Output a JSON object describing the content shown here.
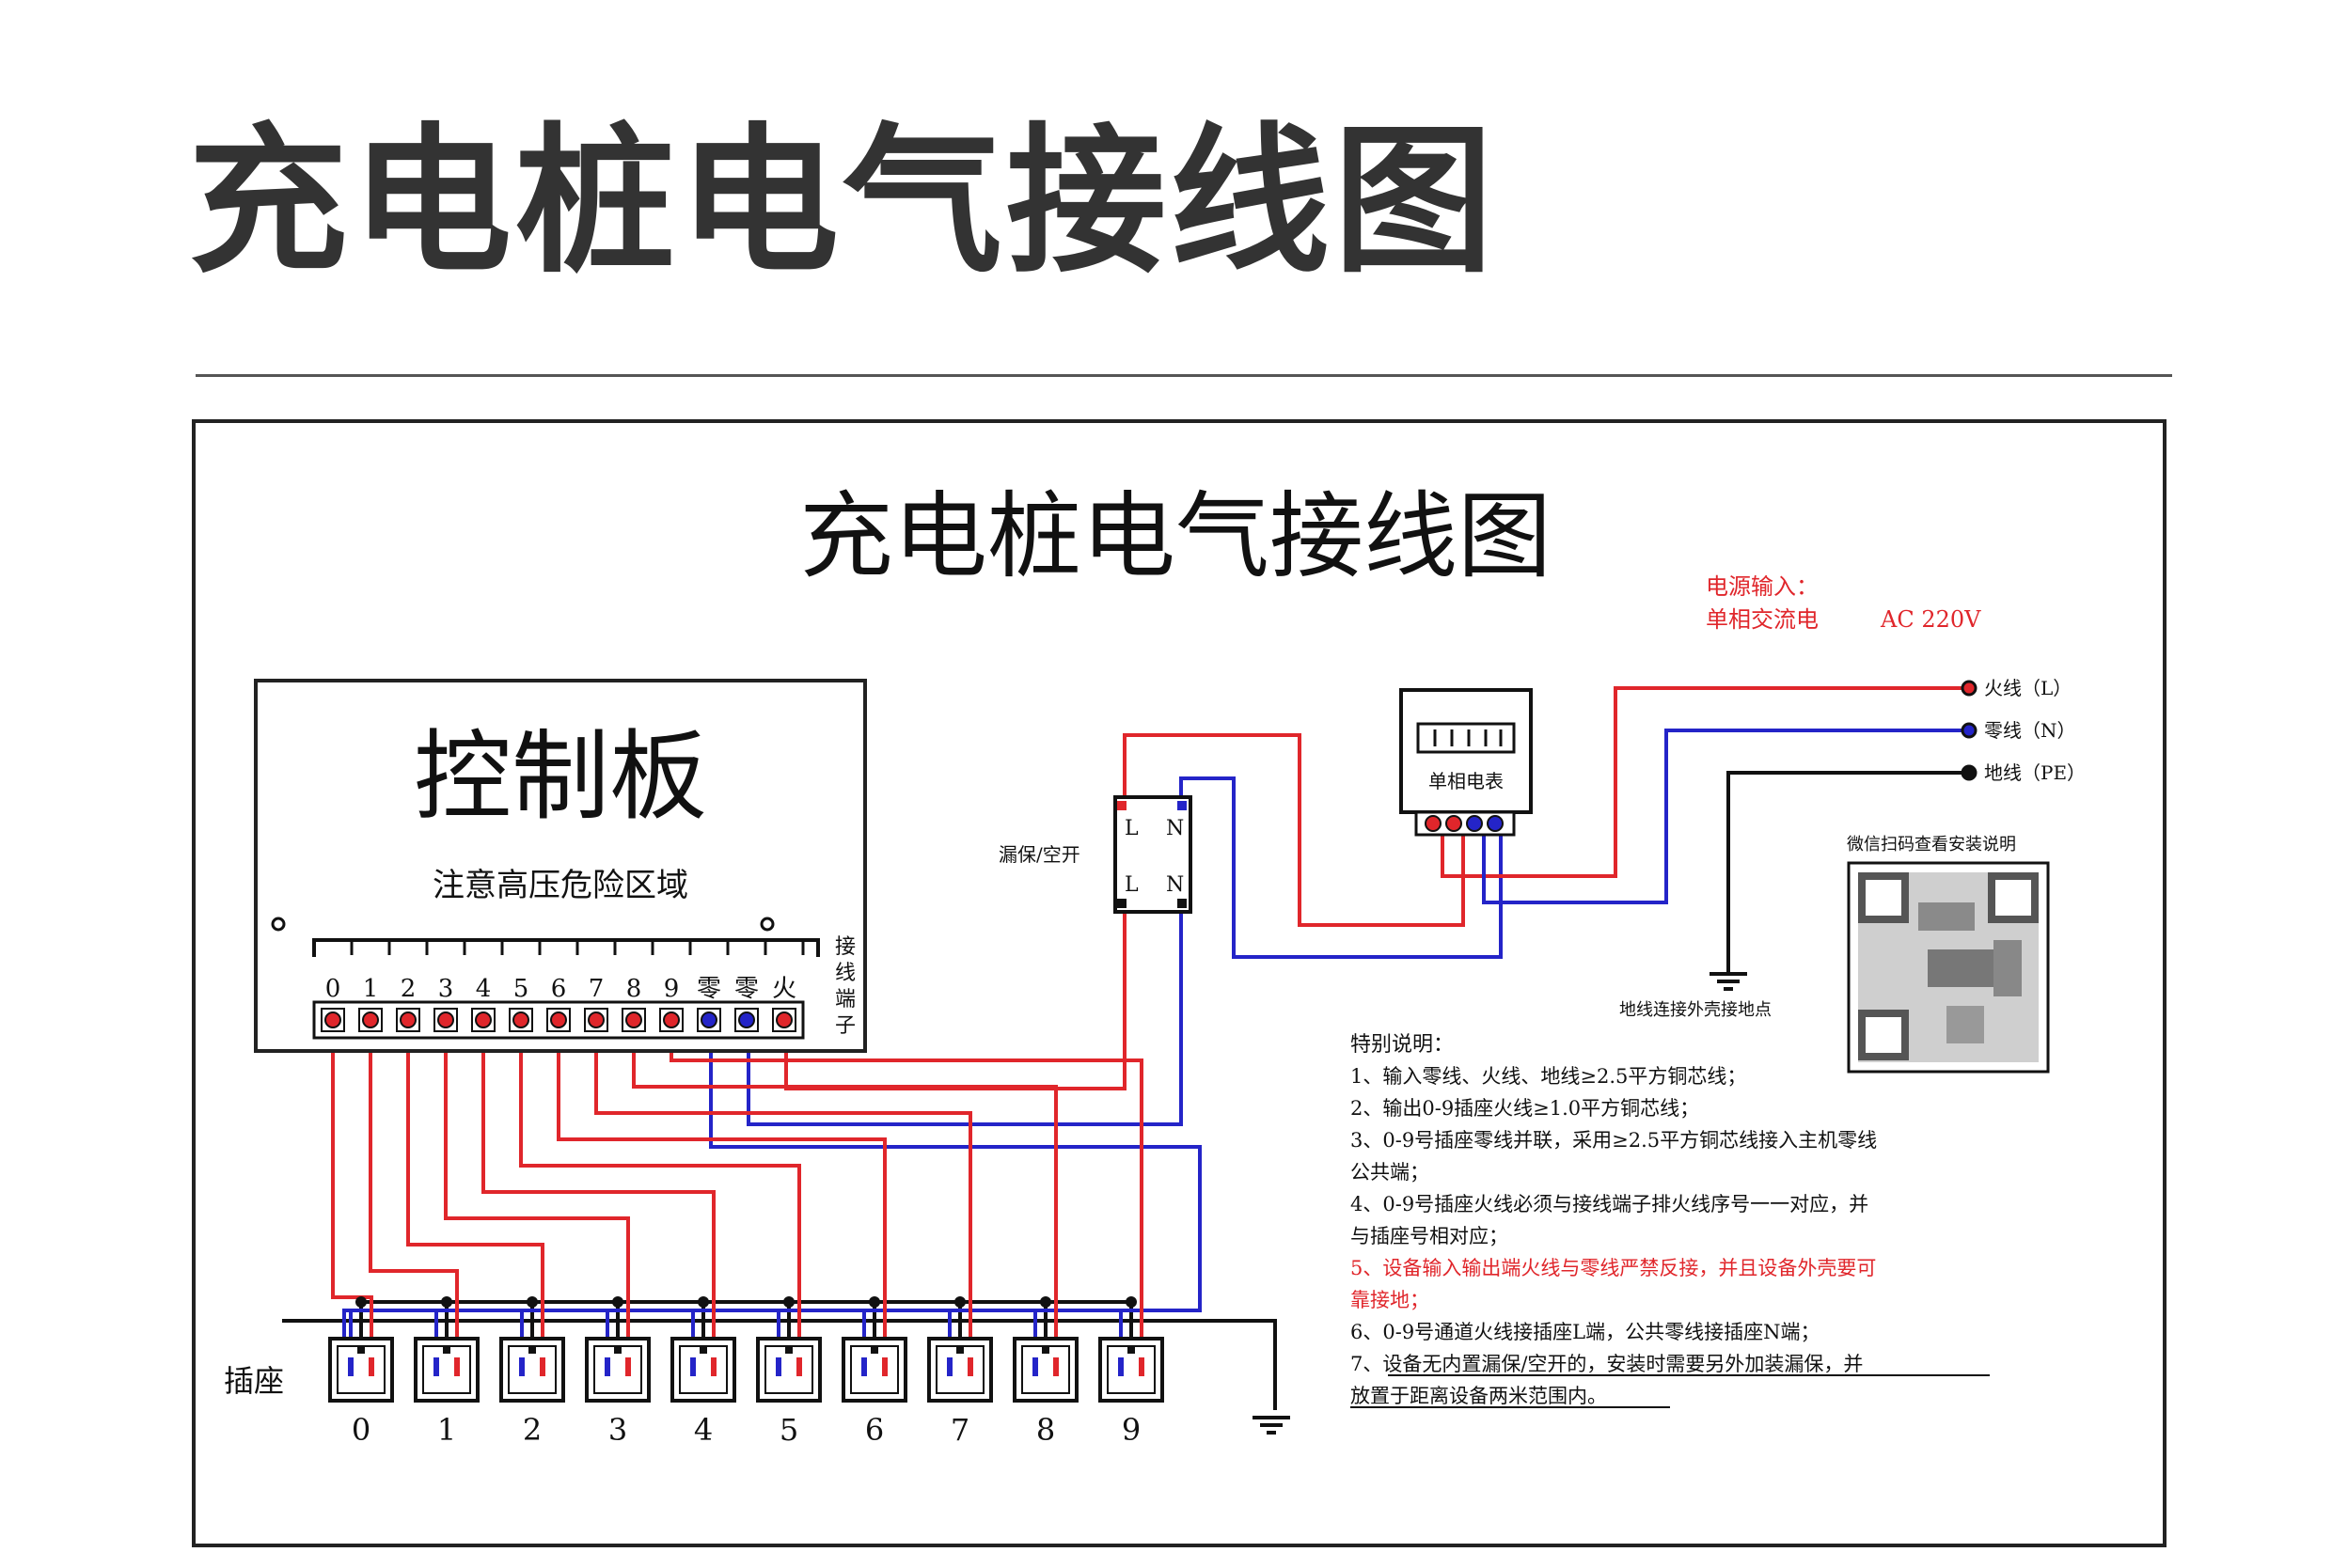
{
  "page": {
    "title": "充电桩电气接线图"
  },
  "diagram": {
    "title": "充电桩电气接线图",
    "control_board": {
      "title": "控制板",
      "warning": "注意高压危险区域",
      "terminal_label": [
        "接",
        "线",
        "端",
        "子"
      ],
      "terminals": [
        "0",
        "1",
        "2",
        "3",
        "4",
        "5",
        "6",
        "7",
        "8",
        "9",
        "零",
        "零",
        "火"
      ]
    },
    "breaker_label": "漏保/空开",
    "breaker_terminals": {
      "top_l": "L",
      "top_n": "N",
      "bot_l": "L",
      "bot_n": "N"
    },
    "meter_label": "单相电表",
    "power_input": {
      "line1": "电源输入：",
      "line2_left": "单相交流电",
      "line2_right": "AC  220V"
    },
    "inputs": {
      "live": "火线（L）",
      "neutral": "零线（N）",
      "ground": "地线（PE）"
    },
    "ground_note": "地线连接外壳接地点",
    "qr_caption": "微信扫码查看安装说明",
    "socket_label": "插座",
    "sockets": [
      "0",
      "1",
      "2",
      "3",
      "4",
      "5",
      "6",
      "7",
      "8",
      "9"
    ],
    "notes": {
      "title": "特别说明：",
      "n1": "1、输入零线、火线、地线≥2.5平方铜芯线；",
      "n2": "2、输出0-9插座火线≥1.0平方铜芯线；",
      "n3a": "3、0-9号插座零线并联，采用≥2.5平方铜芯线接入主机零线",
      "n3b": "公共端；",
      "n4a": "4、0-9号插座火线必须与接线端子排火线序号一一对应，并",
      "n4b": "与插座号相对应；",
      "n5a": "5、设备输入输出端火线与零线严禁反接，并且设备外壳要可",
      "n5b": "靠接地；",
      "n6": "6、0-9号通道火线接插座L端，公共零线接插座N端；",
      "n7a": "7、设备无内置漏保/空开的，安装时需要另外加装漏保，并",
      "n7b": "放置于距离设备两米范围内。"
    },
    "colors": {
      "live": "#e0262b",
      "neutral": "#2424c8",
      "ground": "#111111",
      "warn_text": "#e0262b"
    }
  }
}
